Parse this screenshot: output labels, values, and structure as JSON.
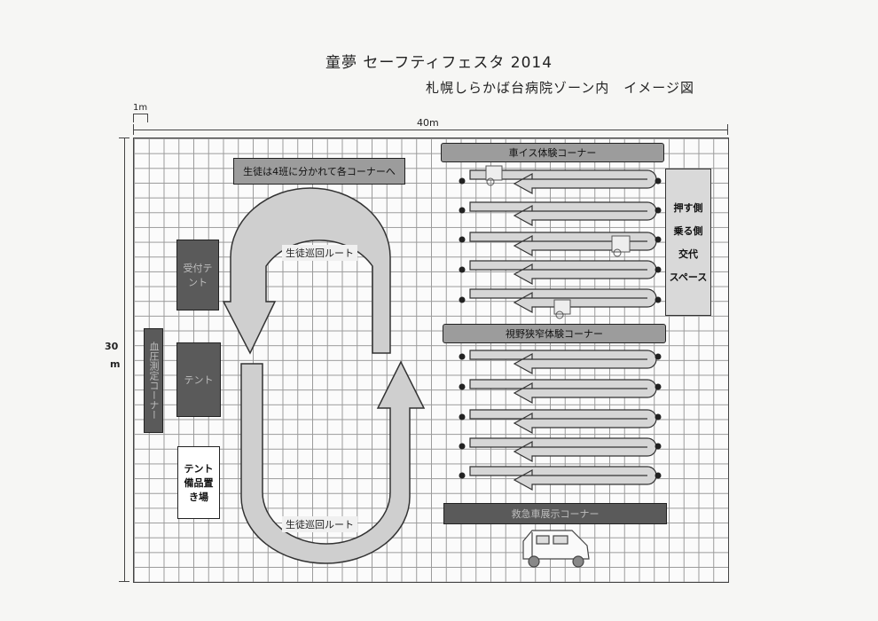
{
  "header": {
    "title": "童夢 セーフティフェスタ 2014",
    "subtitle": "札幌しらかば台病院ゾーン内　イメージ図"
  },
  "scale": {
    "unit_label": "1m",
    "width_label": "40m",
    "height_label_num": "30",
    "height_label_unit": "m"
  },
  "labels": {
    "students_groups": "生徒は4班に分かれて各コーナーへ",
    "reception_tent": "受付テント",
    "blood_pressure_corner": "血圧測定コーナー",
    "tent": "テント",
    "equipment_area": "テント備品置き場",
    "route_top": "生徒巡回ルート",
    "route_bottom": "生徒巡回ルート",
    "wheelchair_corner": "車イス体験コーナー",
    "exchange_space_1": "押す側",
    "exchange_space_2": "乗る側",
    "exchange_space_3": "交代",
    "exchange_space_4": "スペース",
    "vision_corner": "視野狭窄体験コーナー",
    "ambulance_corner": "救急車展示コーナー"
  },
  "colors": {
    "dark_box": "#5a5a5a",
    "mid_box": "#9c9c9c",
    "light_box": "#d9d9d9",
    "arrow_fill": "#cfcfcf"
  }
}
